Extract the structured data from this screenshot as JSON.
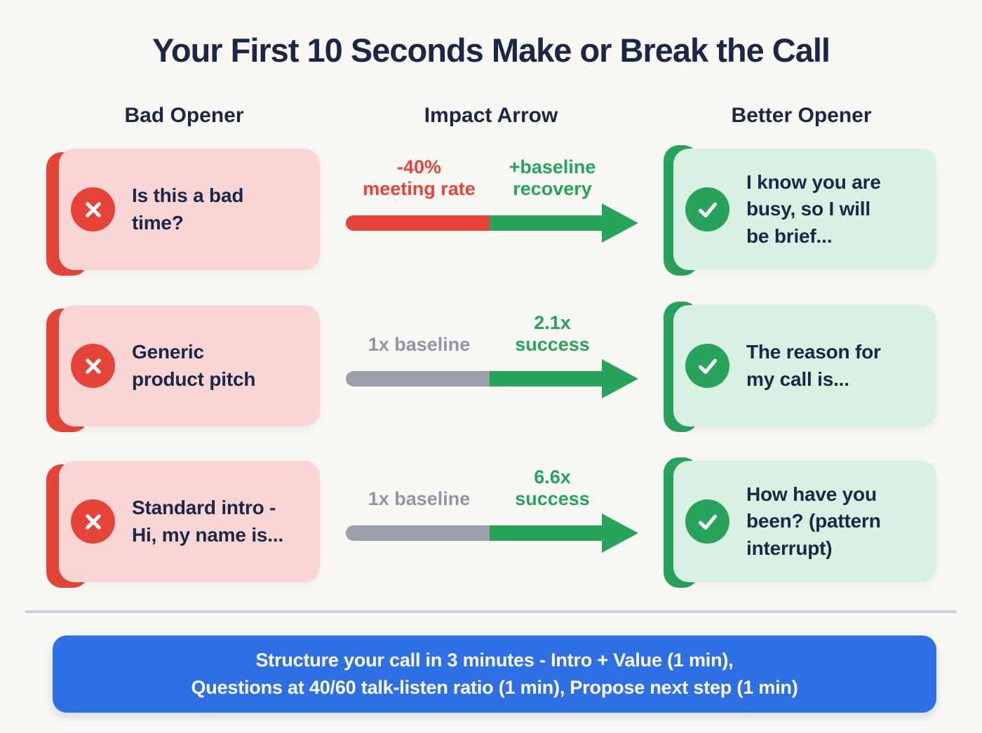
{
  "title": "Your First 10 Seconds Make or Break the Call",
  "columns": {
    "bad": "Bad Opener",
    "impact": "Impact Arrow",
    "better": "Better Opener"
  },
  "rows": [
    {
      "bad": {
        "icon": "cross-icon",
        "text": "Is this a bad\ntime?"
      },
      "impact": {
        "left_label": "-40%\nmeeting rate",
        "right_label": "+baseline\nrecovery",
        "left_segment": "red",
        "right_segment": "green"
      },
      "better": {
        "icon": "check-icon",
        "text": "I know you are\nbusy, so I will\nbe brief..."
      }
    },
    {
      "bad": {
        "icon": "cross-icon",
        "text": "Generic\nproduct pitch"
      },
      "impact": {
        "left_label": "1x baseline",
        "right_label": "2.1x\nsuccess",
        "left_segment": "gray",
        "right_segment": "green"
      },
      "better": {
        "icon": "check-icon",
        "text": "The reason for\nmy call is..."
      }
    },
    {
      "bad": {
        "icon": "cross-icon",
        "text": "Standard intro -\nHi, my name is..."
      },
      "impact": {
        "left_label": "1x baseline",
        "right_label": "6.6x\nsuccess",
        "left_segment": "gray",
        "right_segment": "green"
      },
      "better": {
        "icon": "check-icon",
        "text": "How have you\nbeen? (pattern\ninterrupt)"
      }
    }
  ],
  "footer": {
    "text": "Structure your call in 3 minutes - Intro + Value (1 min),\nQuestions at 40/60 talk-listen ratio (1 min), Propose next step (1 min)"
  },
  "colors": {
    "bg": "#faf8f5",
    "navy": "#1c2746",
    "red": "#e64438",
    "pink": "#f9d5d5",
    "green": "#28a35b",
    "lightgreen": "#d9f1e2",
    "gray": "#9aa1ad",
    "graytext": "#8f97a4",
    "divider": "#c9d0dc",
    "blue": "#2e70e4"
  }
}
